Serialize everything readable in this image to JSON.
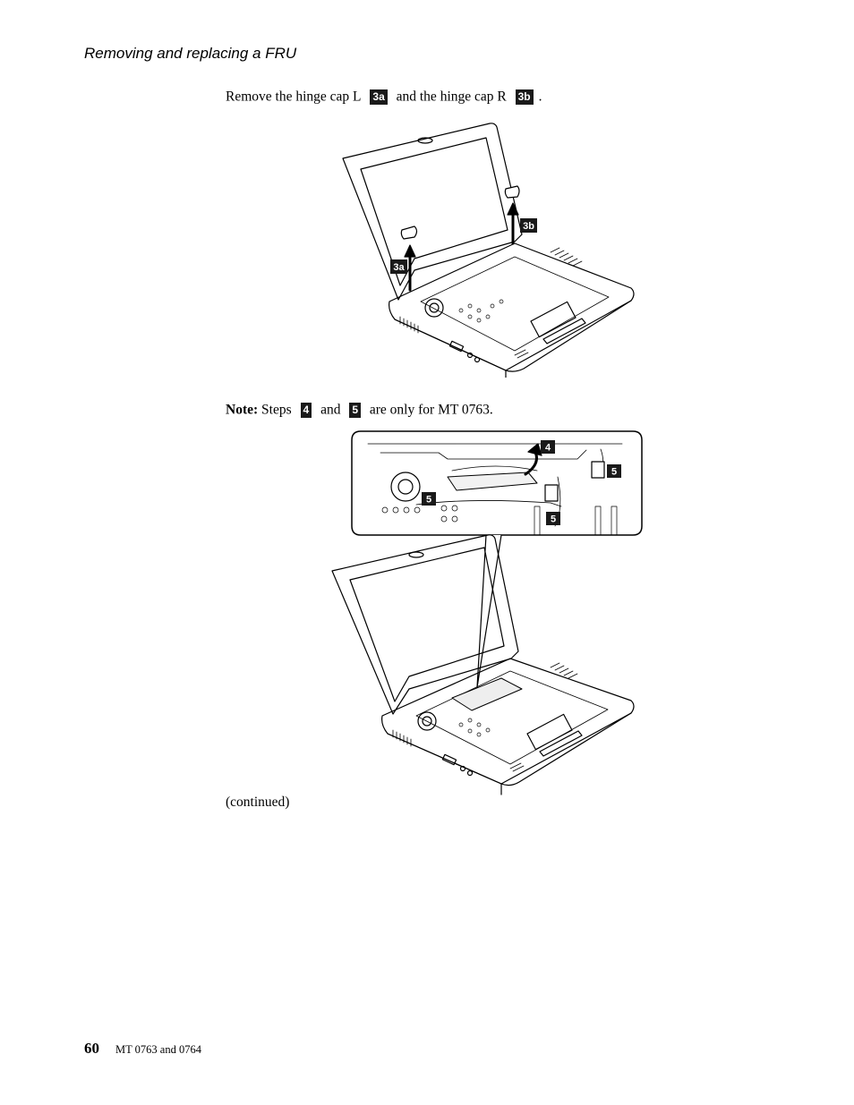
{
  "header": {
    "title": "Removing and replacing a FRU"
  },
  "step1": {
    "text_a": "Remove the hinge cap L",
    "callout_a": "3a",
    "text_b": "and the hinge cap R",
    "callout_b": "3b",
    "text_c": "."
  },
  "figure1": {
    "callout_left": "3a",
    "callout_right": "3b"
  },
  "note": {
    "label": "Note:",
    "text_a": "Steps",
    "callout_a": "4",
    "text_b": "and",
    "callout_b": "5",
    "text_c": "are only for MT 0763."
  },
  "figure2": {
    "callout_4": "4",
    "callout_5a": "5",
    "callout_5b": "5",
    "callout_5c": "5"
  },
  "continued": "(continued)",
  "footer": {
    "page_number": "60",
    "model_text": "MT 0763 and 0764"
  }
}
